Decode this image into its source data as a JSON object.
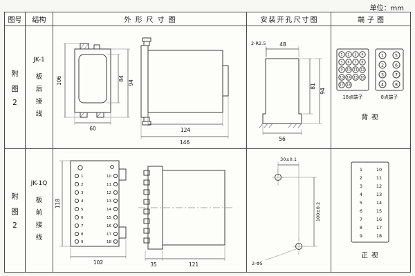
{
  "unit": "单位：mm",
  "headers": {
    "fig_no": "图号",
    "structure": "结构",
    "outline": "外形尺寸图",
    "install": "安装开孔尺寸图",
    "terminal": "端子图"
  },
  "row1": {
    "fig": [
      "附",
      "图",
      "2"
    ],
    "model": "JK-1",
    "wiring": [
      "板",
      "后",
      "接",
      "线"
    ],
    "outline": {
      "h_total": "106",
      "h_inner": "84",
      "h_outer": "94",
      "w_front": "60",
      "d_body": "124",
      "d_total": "146"
    },
    "install": {
      "radius_note": "2-R2.5",
      "w_top": "48",
      "h_inner": "81",
      "h_total": "94",
      "w_bottom": "56"
    },
    "terminal": {
      "label_18": "18点端子",
      "label_8": "8点端子",
      "view": "背视",
      "t18": [
        "1",
        "2",
        "3",
        "4",
        "5",
        "6",
        "7",
        "8",
        "9",
        "10",
        "11",
        "12",
        "13",
        "14",
        "15",
        "16",
        "17",
        "18"
      ],
      "t8": [
        "1",
        "5",
        "2",
        "6",
        "3",
        "7",
        "4",
        "8"
      ]
    }
  },
  "row2": {
    "fig": [
      "附",
      "图",
      "2"
    ],
    "model": "JK-1Q",
    "wiring": [
      "板",
      "前",
      "接",
      "线"
    ],
    "outline": {
      "h_total": "118",
      "w_bottom": "102",
      "d_strip": "35",
      "d_body": "121",
      "left_terms": [
        "1",
        "2",
        "3",
        "4",
        "5",
        "6",
        "7",
        "8",
        "9"
      ],
      "right_terms": [
        "10",
        "11",
        "12",
        "13",
        "14",
        "15",
        "16",
        "17",
        "18"
      ]
    },
    "install": {
      "dim_h": "30±0.1",
      "dim_v": "100±0.2",
      "hole_note": "2-Φ5"
    },
    "terminal": {
      "view": "正视",
      "left": [
        "1",
        "2",
        "3",
        "4",
        "5",
        "6",
        "7",
        "8",
        "9"
      ],
      "right": [
        "10",
        "11",
        "12",
        "13",
        "14",
        "15",
        "16",
        "17",
        "18"
      ]
    }
  }
}
